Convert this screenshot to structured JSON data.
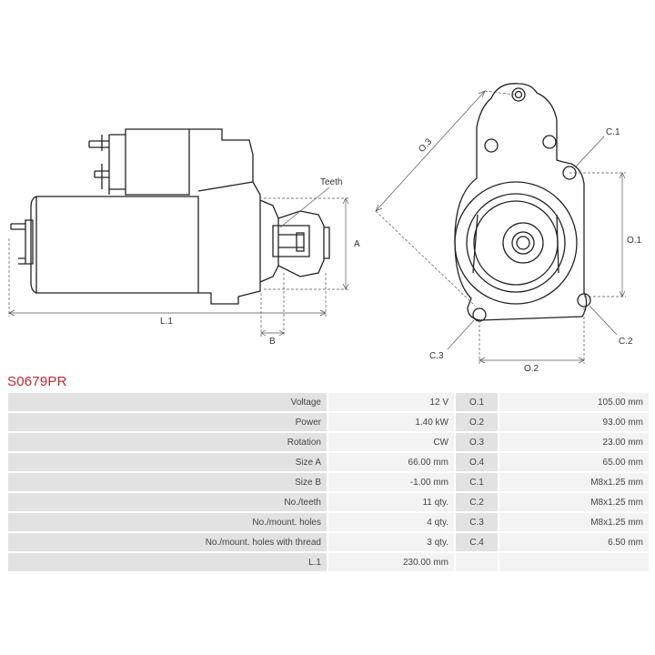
{
  "part_code": "S0679PR",
  "drawing": {
    "labels": {
      "teeth": "Teeth",
      "A": "A",
      "B": "B",
      "L1": "L.1",
      "O3": "O.3",
      "O1": "O.1",
      "O2": "O.2",
      "C1": "C.1",
      "C2": "C.2",
      "C3": "C.3"
    }
  },
  "specs": {
    "rows": [
      {
        "label": "Voltage",
        "value": "12 V",
        "key": "O.1",
        "kvalue": "105.00 mm"
      },
      {
        "label": "Power",
        "value": "1.40 kW",
        "key": "O.2",
        "kvalue": "93.00 mm"
      },
      {
        "label": "Rotation",
        "value": "CW",
        "key": "O.3",
        "kvalue": "23.00 mm"
      },
      {
        "label": "Size A",
        "value": "66.00 mm",
        "key": "O.4",
        "kvalue": "65.00 mm"
      },
      {
        "label": "Size B",
        "value": "-1.00 mm",
        "key": "C.1",
        "kvalue": "M8x1.25 mm"
      },
      {
        "label": "No./teeth",
        "value": "11 qty.",
        "key": "C.2",
        "kvalue": "M8x1.25 mm"
      },
      {
        "label": "No./mount. holes",
        "value": "4 qty.",
        "key": "C.3",
        "kvalue": "M8x1.25 mm"
      },
      {
        "label": "No./mount. holes with thread",
        "value": "3 qty.",
        "key": "C.4",
        "kvalue": "6.50 mm"
      },
      {
        "label": "L.1",
        "value": "230.00 mm",
        "key": "",
        "kvalue": ""
      }
    ]
  }
}
